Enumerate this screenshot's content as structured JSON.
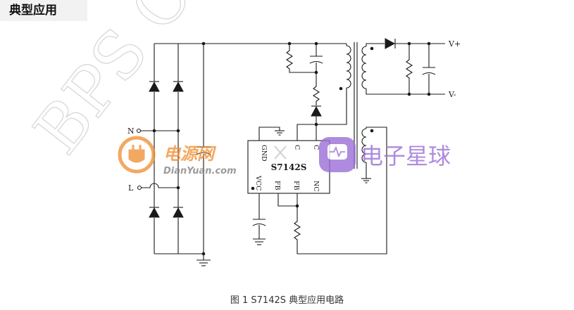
{
  "section_title": "典型应用",
  "caption": "图 1    S7142S 典型应用电路",
  "circuit": {
    "ic_name": "S7142S",
    "pins_top": [
      "GND",
      "C",
      "C"
    ],
    "pins_bottom": [
      "VCC",
      "FB",
      "FB",
      "NC"
    ],
    "input_labels": [
      "N",
      "L"
    ],
    "output_labels": [
      "V+",
      "V-"
    ]
  },
  "watermarks": {
    "diagonal": "BPS Co",
    "brand1_cn": "电源网",
    "brand1_en": "DianYuan.com",
    "brand2_cn": "电子星球"
  },
  "colors": {
    "wire": "#1a1a1a",
    "watermark_orange": "#f08c2e",
    "watermark_purple": "#9b6fd6"
  }
}
